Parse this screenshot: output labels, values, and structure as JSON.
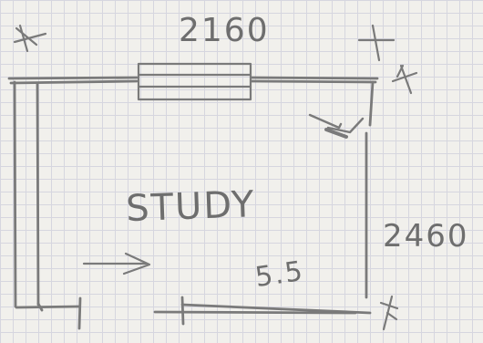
{
  "sketch": {
    "top_dimension": "2160",
    "right_dimension": "2460",
    "room_label": "STUDY",
    "area_label": "5.5",
    "pencil_color": "#7a7a7a",
    "paper_color": "#f1f0ec",
    "grid_color": "#d6d6df",
    "marks": [
      "cross-mark",
      "cross-mark",
      "cross-mark",
      "cross-mark"
    ],
    "window_symbol": "window-on-top-wall",
    "door_arrow": "entry-arrow-icon"
  }
}
